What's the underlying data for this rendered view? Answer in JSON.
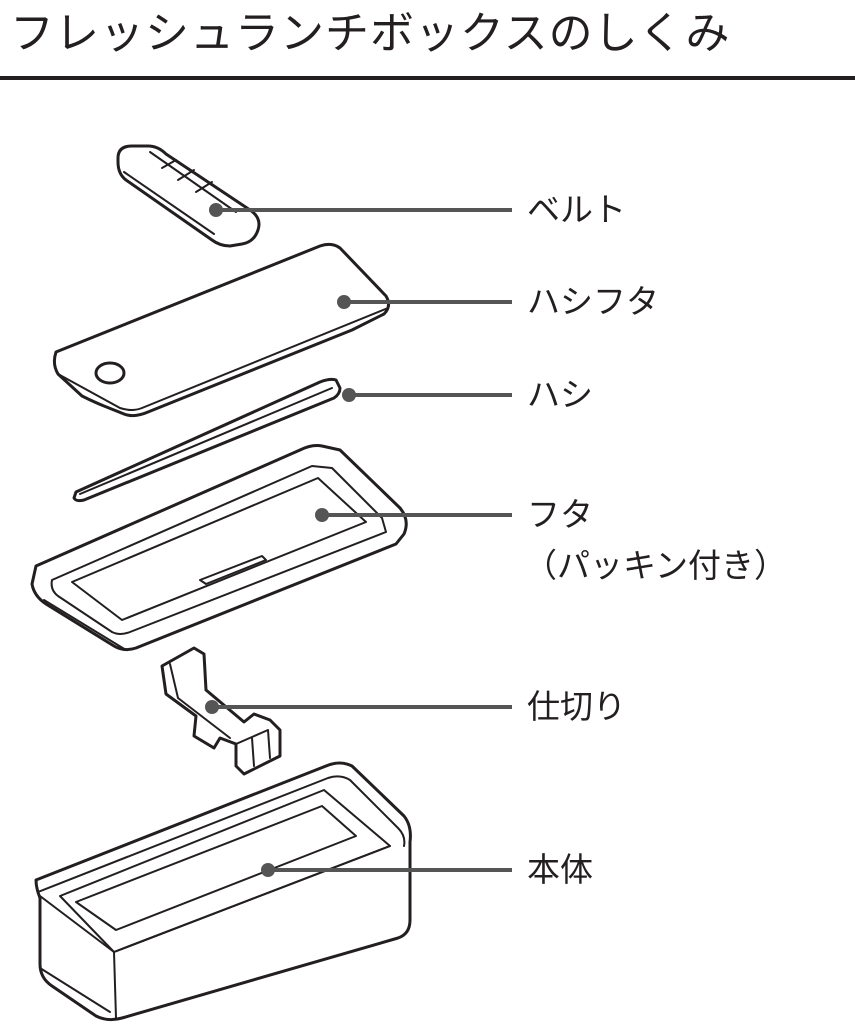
{
  "title": "フレッシュランチボックスのしくみ",
  "parts": [
    {
      "id": "belt",
      "label": "ベルト"
    },
    {
      "id": "chopstick-lid",
      "label": "ハシフタ"
    },
    {
      "id": "chopsticks",
      "label": "ハシ"
    },
    {
      "id": "lid",
      "label": "フタ",
      "sublabel": "（パッキン付き）"
    },
    {
      "id": "divider",
      "label": "仕切り"
    },
    {
      "id": "body",
      "label": "本体"
    }
  ],
  "colors": {
    "ink": "#231f20",
    "leader": "#555555",
    "background": "#ffffff"
  }
}
